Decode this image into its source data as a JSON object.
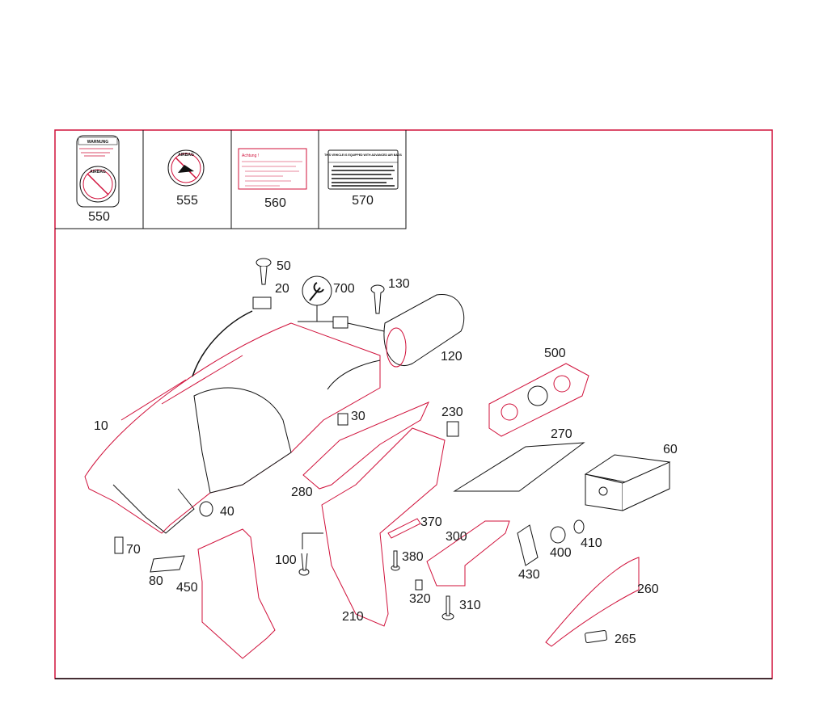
{
  "colors": {
    "frame": "#d0103a",
    "line": "#111111",
    "part": "#d0103a"
  },
  "label_boxes": [
    {
      "number": "550",
      "heading": "WARNUNG",
      "badge": "AIRBAG"
    },
    {
      "number": "555",
      "badge": "AIRBAG"
    },
    {
      "number": "560",
      "heading": "Achtung !"
    },
    {
      "number": "570",
      "heading": "THIS VEHICLE IS EQUIPPED WITH ADVANCED AIR BAGS"
    }
  ],
  "callouts": [
    "50",
    "20",
    "700",
    "130",
    "120",
    "500",
    "10",
    "30",
    "230",
    "270",
    "60",
    "280",
    "40",
    "370",
    "300",
    "410",
    "400",
    "70",
    "380",
    "100",
    "80",
    "450",
    "430",
    "260",
    "320",
    "310",
    "210",
    "265"
  ],
  "icons": {
    "tool": "wrench-icon"
  }
}
